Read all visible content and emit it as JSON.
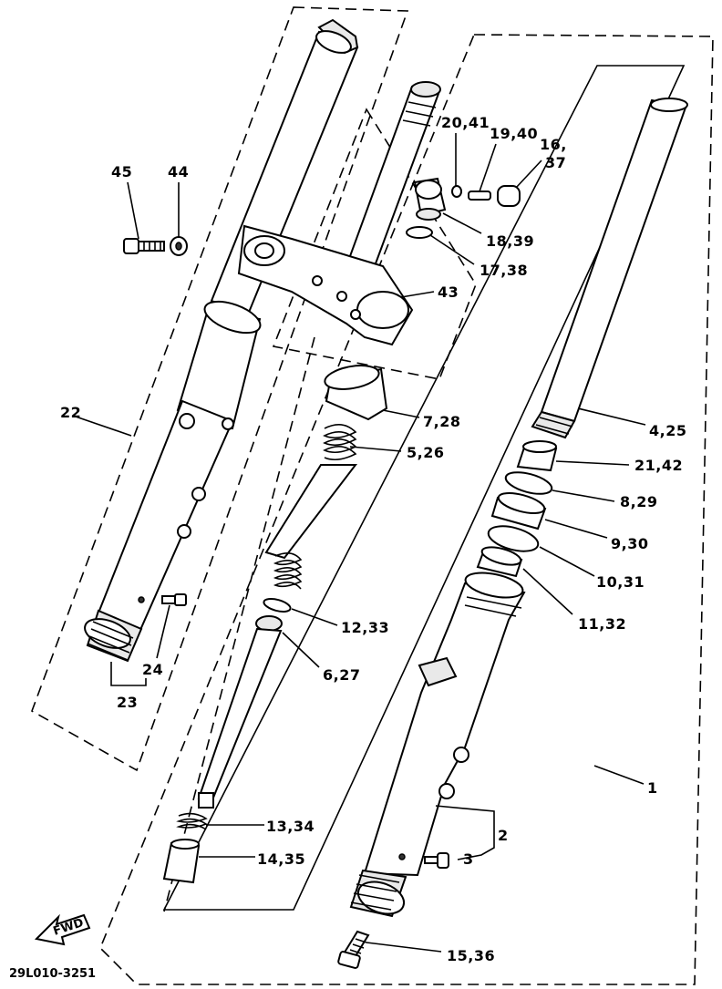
{
  "labels": {
    "l45": "45",
    "l44": "44",
    "l2041": "20,41",
    "l1940": "19,40",
    "l1637a": "16,",
    "l1637b": "37",
    "l1839": "18,39",
    "l1738": "17,38",
    "l43": "43",
    "l728": "7,28",
    "l526": "5,26",
    "l425": "4,25",
    "l2142": "21,42",
    "l829": "8,29",
    "l930": "9,30",
    "l1031": "10,31",
    "l1132": "11,32",
    "l1233": "12,33",
    "l627": "6,27",
    "l22": "22",
    "l24": "24",
    "l23": "23",
    "l1334": "13,34",
    "l1435": "14,35",
    "l1": "1",
    "l2": "2",
    "l3": "3",
    "l1536": "15,36",
    "fwd": "FWD"
  },
  "diagram_code": "29L010-3251"
}
